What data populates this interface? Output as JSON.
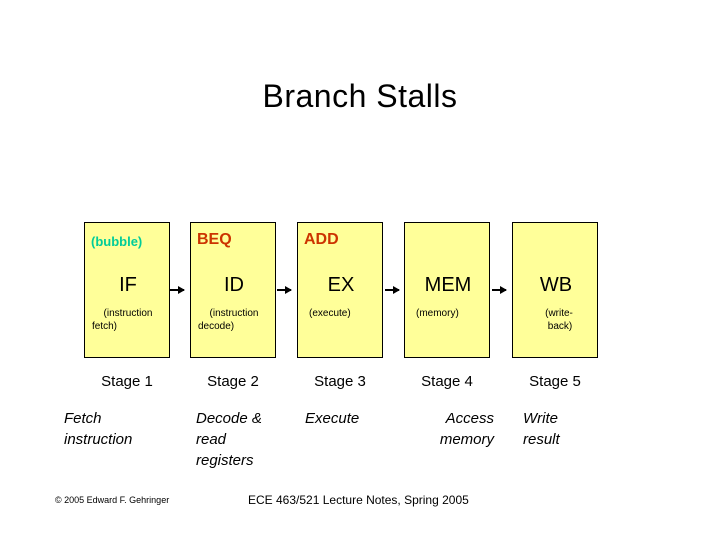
{
  "slide": {
    "title": "Branch Stalls"
  },
  "colors": {
    "box_fill": "#ffff99",
    "box_border": "#000000",
    "bubble_text": "#00cc99",
    "instruction_text": "#cc3300",
    "body_text": "#000000",
    "background": "#ffffff"
  },
  "pipeline": {
    "stages": [
      {
        "instruction": "(bubble)",
        "instruction_kind": "bubble",
        "abbr": "IF",
        "sub_line1": "(instruction",
        "sub_line2": "fetch)",
        "stage_name": "Stage 1",
        "description_line1": "Fetch",
        "description_line2": "instruction",
        "description_line3": ""
      },
      {
        "instruction": "BEQ",
        "instruction_kind": "instruction",
        "abbr": "ID",
        "sub_line1": "(instruction",
        "sub_line2": "decode)",
        "stage_name": "Stage 2",
        "description_line1": "Decode &",
        "description_line2": "read",
        "description_line3": "registers"
      },
      {
        "instruction": "ADD",
        "instruction_kind": "instruction",
        "abbr": "EX",
        "sub_line1": "(execute)",
        "sub_line2": "",
        "stage_name": "Stage 3",
        "description_line1": "Execute",
        "description_line2": "",
        "description_line3": ""
      },
      {
        "instruction": "",
        "instruction_kind": "none",
        "abbr": "MEM",
        "sub_line1": "(memory)",
        "sub_line2": "",
        "stage_name": "Stage 4",
        "description_line1": "Access",
        "description_line2": "memory",
        "description_line3": ""
      },
      {
        "instruction": "",
        "instruction_kind": "none",
        "abbr": "WB",
        "sub_line1": "(write-",
        "sub_line2": "back)",
        "stage_name": "Stage 5",
        "description_line1": "Write",
        "description_line2": "result",
        "description_line3": ""
      }
    ],
    "arrow_count": 4
  },
  "footer": {
    "copyright": "© 2005 Edward F. Gehringer",
    "course": "ECE 463/521 Lecture Notes, Spring 2005"
  }
}
